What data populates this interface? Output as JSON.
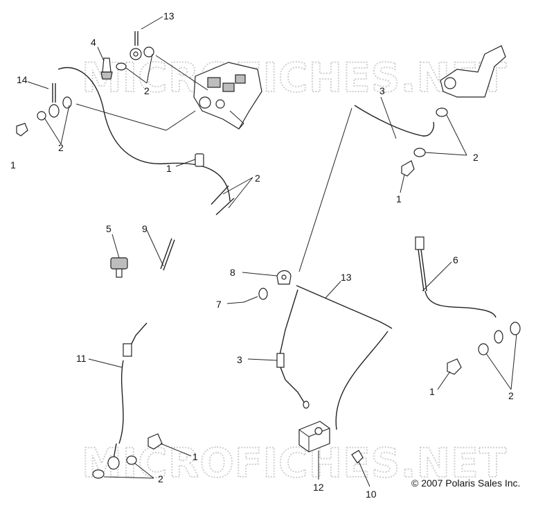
{
  "watermarks": [
    "MICROFICHES.NET",
    "MICROFICHES.NET"
  ],
  "copyright": "© 2007 Polaris Sales Inc.",
  "callouts": [
    {
      "id": "c13a",
      "text": "13"
    },
    {
      "id": "c4",
      "text": "4"
    },
    {
      "id": "c14",
      "text": "14"
    },
    {
      "id": "c2a",
      "text": "2"
    },
    {
      "id": "c2b",
      "text": "2"
    },
    {
      "id": "c1a",
      "text": "1"
    },
    {
      "id": "c1b",
      "text": "1"
    },
    {
      "id": "c2c",
      "text": "2"
    },
    {
      "id": "c3a",
      "text": "3"
    },
    {
      "id": "c2d",
      "text": "2"
    },
    {
      "id": "c1c",
      "text": "1"
    },
    {
      "id": "c5",
      "text": "5"
    },
    {
      "id": "c9",
      "text": "9"
    },
    {
      "id": "c8",
      "text": "8"
    },
    {
      "id": "c13b",
      "text": "13"
    },
    {
      "id": "c7",
      "text": "7"
    },
    {
      "id": "c6",
      "text": "6"
    },
    {
      "id": "c11",
      "text": "11"
    },
    {
      "id": "c3b",
      "text": "3"
    },
    {
      "id": "c1d",
      "text": "1"
    },
    {
      "id": "c2e",
      "text": "2"
    },
    {
      "id": "c1e",
      "text": "1"
    },
    {
      "id": "c2f",
      "text": "2"
    },
    {
      "id": "c12",
      "text": "12"
    },
    {
      "id": "c10",
      "text": "10"
    }
  ]
}
